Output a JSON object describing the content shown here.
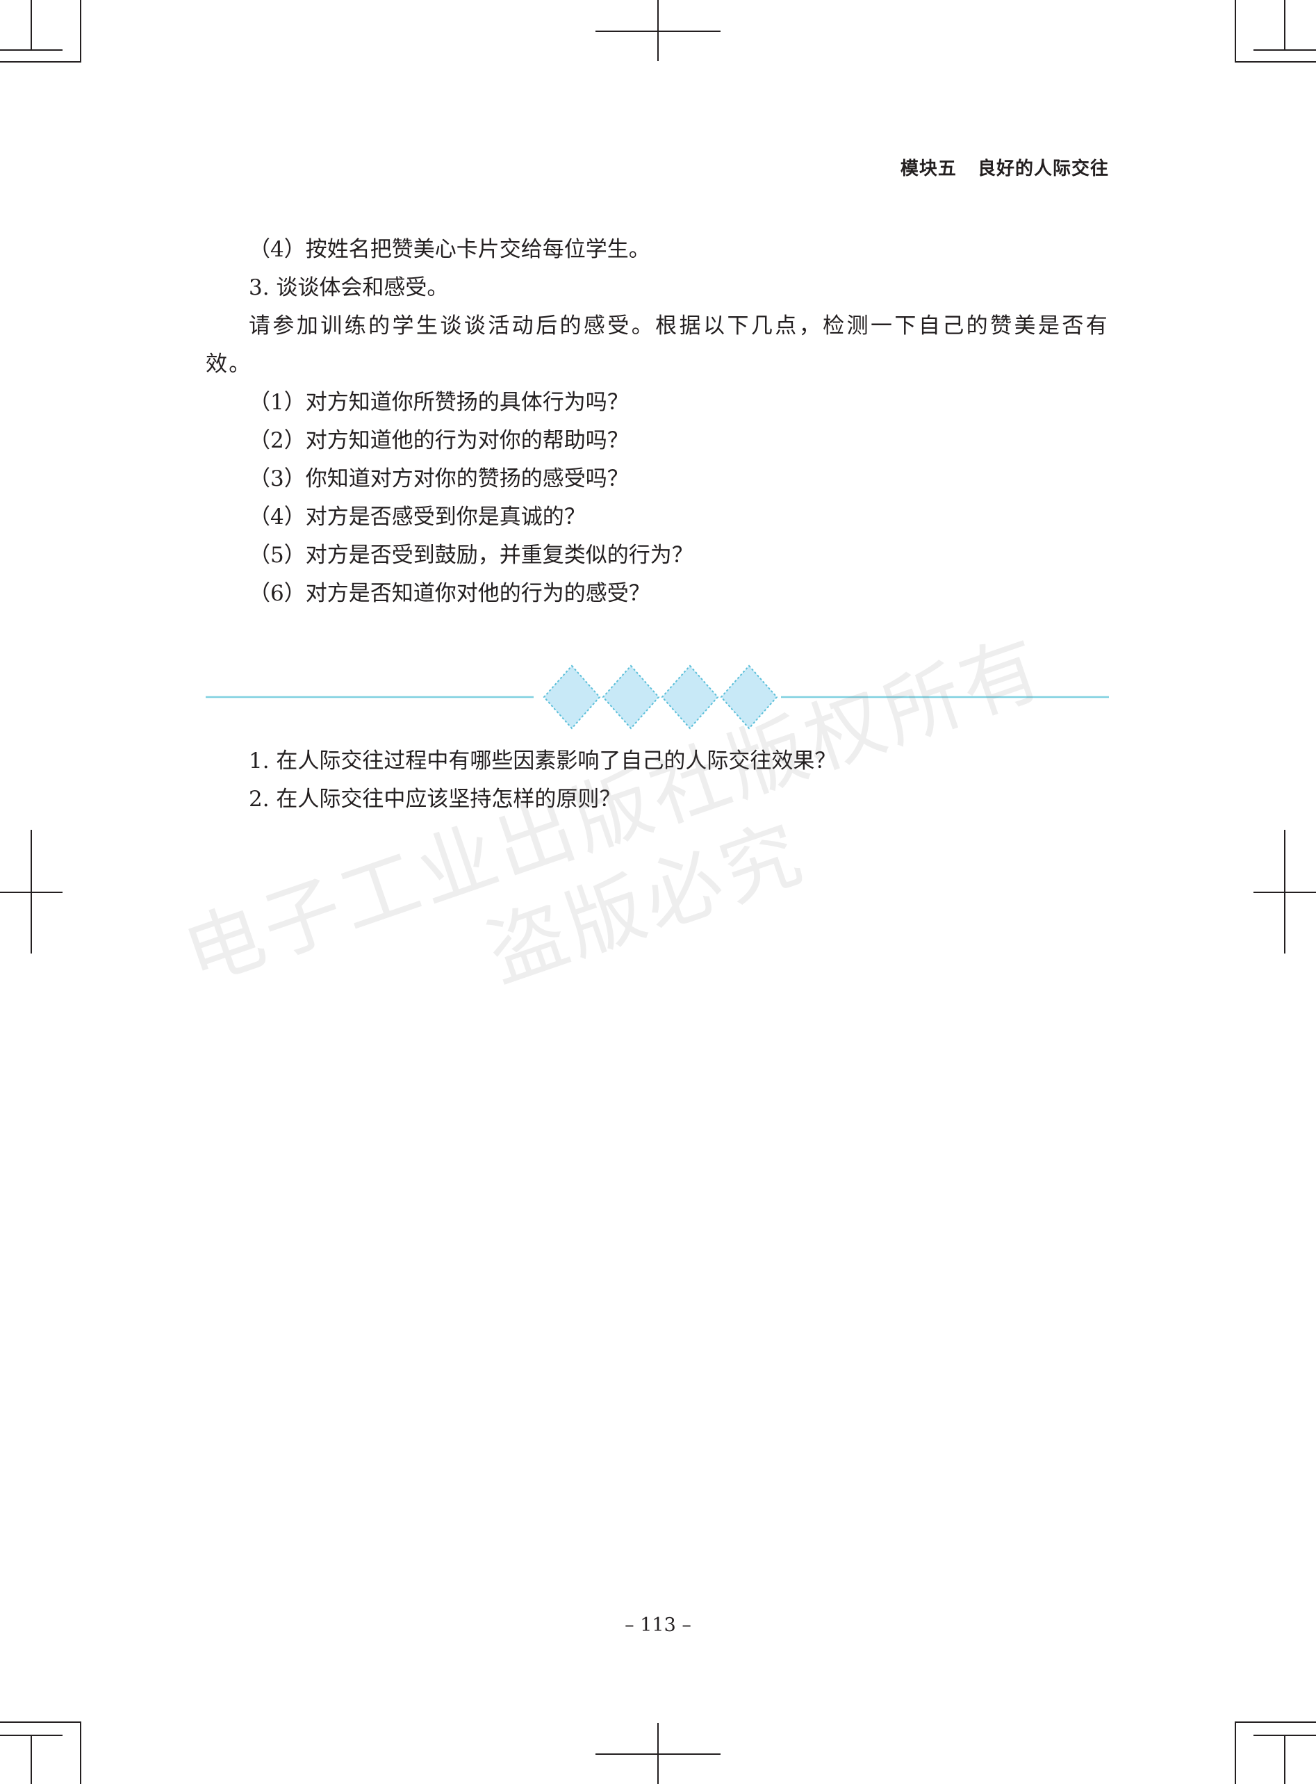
{
  "header": {
    "module": "模块五",
    "title": "良好的人际交往"
  },
  "body": {
    "lines": [
      "（4）按姓名把赞美心卡片交给每位学生。",
      "3. 谈谈体会和感受。"
    ],
    "paragraph": "请参加训练的学生谈谈活动后的感受。根据以下几点，检测一下自己的赞美是否有效。",
    "items": [
      "（1）对方知道你所赞扬的具体行为吗？",
      "（2）对方知道他的行为对你的帮助吗？",
      "（3）你知道对方对你的赞扬的感受吗？",
      "（4）对方是否感受到你是真诚的？",
      "（5）对方是否受到鼓励，并重复类似的行为？",
      "（6）对方是否知道你对他的行为的感受？"
    ]
  },
  "questions": [
    "1. 在人际交往过程中有哪些因素影响了自己的人际交往效果？",
    "2. 在人际交往中应该坚持怎样的原则？"
  ],
  "watermark": {
    "line1": "电子工业出版社版权所有",
    "line2": "盗版必究"
  },
  "footer": {
    "page_number": "113"
  },
  "colors": {
    "text": "#231f20",
    "divider_line": "#7fd0e0",
    "diamond_fill": "#c8e9f7",
    "diamond_border": "#5bbfd9"
  }
}
